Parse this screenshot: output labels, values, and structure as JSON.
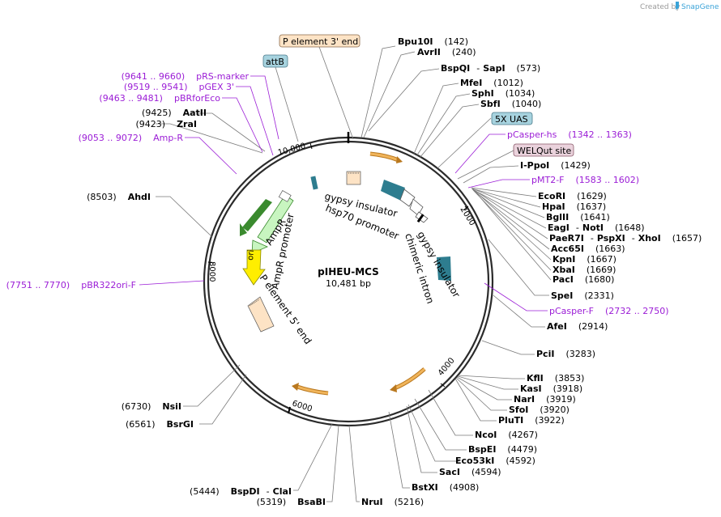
{
  "credit": {
    "text": "Created by",
    "brand": "SnapGene"
  },
  "plasmid": {
    "name": "pIHEU-MCS",
    "size": "10,481 bp"
  },
  "ticks": [
    "10,000",
    "2000",
    "4000",
    "6000",
    "8000"
  ],
  "sites": {
    "bpu10i": {
      "name": "Bpu10I",
      "pos": "(142)"
    },
    "avrii": {
      "name": "AvrII",
      "pos": "(240)"
    },
    "bspqi": {
      "name": "BspQI",
      "sep": "-",
      "name2": "SapI",
      "pos": "(573)"
    },
    "mfei": {
      "name": "MfeI",
      "pos": "(1012)"
    },
    "sphi": {
      "name": "SphI",
      "pos": "(1034)"
    },
    "sbfi": {
      "name": "SbfI",
      "pos": "(1040)"
    },
    "ippoi": {
      "name": "I-PpoI",
      "pos": "(1429)"
    },
    "ecori": {
      "name": "EcoRI",
      "pos": "(1629)"
    },
    "hpai": {
      "name": "HpaI",
      "pos": "(1637)"
    },
    "bglii": {
      "name": "BglII",
      "pos": "(1641)"
    },
    "eagi": {
      "name": "EagI",
      "sep": "-",
      "name2": "NotI",
      "pos": "(1648)"
    },
    "paer7i": {
      "name": "PaeR7I",
      "sep": "-",
      "name2": "PspXI",
      "sep2": "-",
      "name3": "XhoI",
      "pos": "(1657)"
    },
    "acc65i": {
      "name": "Acc65I",
      "pos": "(1663)"
    },
    "kpni": {
      "name": "KpnI",
      "pos": "(1667)"
    },
    "xbai": {
      "name": "XbaI",
      "pos": "(1669)"
    },
    "paci": {
      "name": "PacI",
      "pos": "(1680)"
    },
    "spei": {
      "name": "SpeI",
      "pos": "(2331)"
    },
    "afei": {
      "name": "AfeI",
      "pos": "(2914)"
    },
    "pcii": {
      "name": "PciI",
      "pos": "(3283)"
    },
    "kfli": {
      "name": "KflI",
      "pos": "(3853)"
    },
    "kasi": {
      "name": "KasI",
      "pos": "(3918)"
    },
    "nari": {
      "name": "NarI",
      "pos": "(3919)"
    },
    "sfoi": {
      "name": "SfoI",
      "pos": "(3920)"
    },
    "pluti": {
      "name": "PluTI",
      "pos": "(3922)"
    },
    "ncoi": {
      "name": "NcoI",
      "pos": "(4267)"
    },
    "bspei": {
      "name": "BspEI",
      "pos": "(4479)"
    },
    "eco53ki": {
      "name": "Eco53kI",
      "pos": "(4592)"
    },
    "saci": {
      "name": "SacI",
      "pos": "(4594)"
    },
    "bstxi": {
      "name": "BstXI",
      "pos": "(4908)"
    },
    "nrui": {
      "name": "NruI",
      "pos": "(5216)"
    },
    "bsabi": {
      "name": "BsaBI",
      "pos": "(5319)"
    },
    "bspdi": {
      "name": "BspDI",
      "sep": "-",
      "name2": "ClaI",
      "pos": "(5444)"
    },
    "bsrgi": {
      "name": "BsrGI",
      "pos": "(6561)"
    },
    "nsii": {
      "name": "NsiI",
      "pos": "(6730)"
    },
    "ahdi": {
      "name": "AhdI",
      "pos": "(8503)"
    },
    "zrai": {
      "name": "ZraI",
      "pos": "(9423)"
    },
    "aatii": {
      "name": "AatII",
      "pos": "(9425)"
    }
  },
  "primers": {
    "pcasperhs": {
      "name": "pCasper-hs",
      "range": "(1342 .. 1363)"
    },
    "pmt2f": {
      "name": "pMT2-F",
      "range": "(1583 .. 1602)"
    },
    "pcasperf": {
      "name": "pCasper-F",
      "range": "(2732 .. 2750)"
    },
    "pbr322orif": {
      "range": "(7751 .. 7770)",
      "name": "pBR322ori-F"
    },
    "ampr": {
      "range": "(9053 .. 9072)",
      "name": "Amp-R"
    },
    "pbrforeco": {
      "range": "(9463 .. 9481)",
      "name": "pBRforEco"
    },
    "pgex3": {
      "range": "(9519 .. 9541)",
      "name": "pGEX 3'"
    },
    "prsmarker": {
      "range": "(9641 .. 9660)",
      "name": "pRS-marker"
    }
  },
  "boxes": {
    "pelement3": "P element 3' end",
    "attb": "attB",
    "uas": "5X UAS",
    "welqut": "WELQut site"
  },
  "features": {
    "gypsy1": "gypsy insulator",
    "hsp70": "hsp70 promoter",
    "gypsy2": "gypsy insulator",
    "chimeric": "chimeric intron",
    "ampr": "AmpR",
    "amprpromoter": "AmpR promoter",
    "ori": "ori",
    "pelement5": "P element 5' end"
  },
  "colors": {
    "backbone": "#2b2b2b",
    "primer": "#9b1dd6",
    "teal": "#2e7d8f",
    "ampr": "#c8f5c0",
    "ampr_edge": "#3a8a2e",
    "ori": "#ffee00",
    "pelement": "#fde3c5",
    "orf": "#e8a23c",
    "box_blue": "#a7d3df",
    "box_pink": "#ead2dc",
    "box_orange": "#fde3c5"
  }
}
